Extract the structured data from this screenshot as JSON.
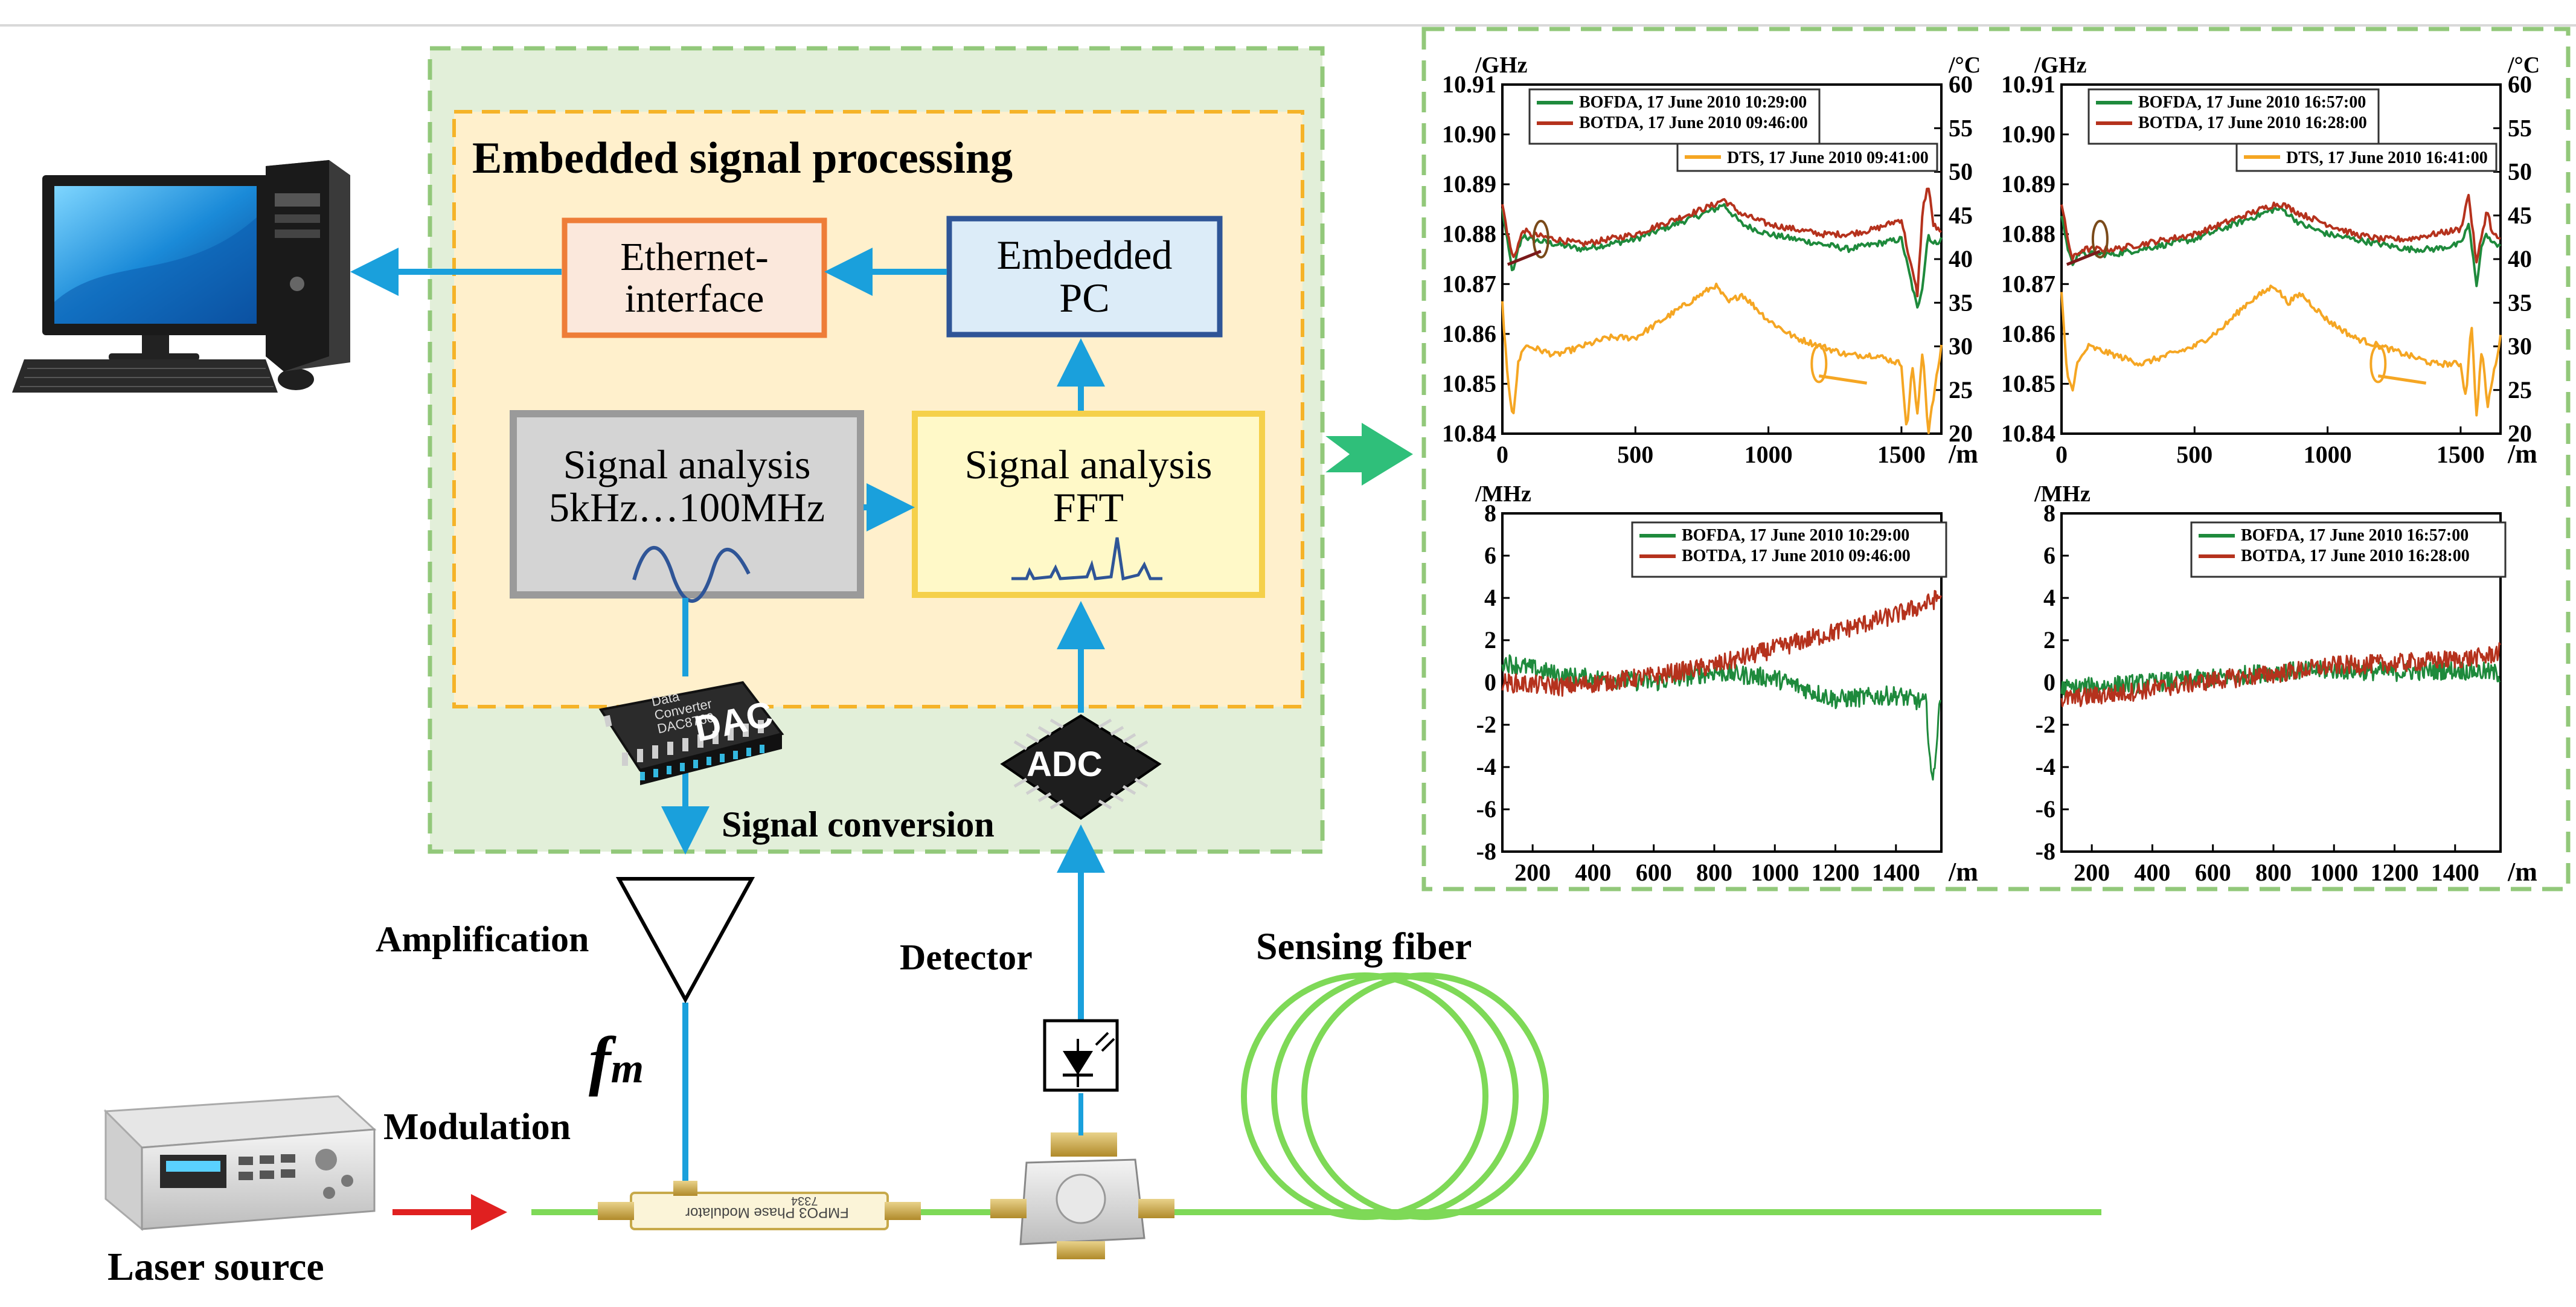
{
  "processing": {
    "title": "Embedded signal processing",
    "ethernet": [
      "Ethernet-",
      "interface"
    ],
    "embedded_pc": [
      "Embedded",
      "PC"
    ],
    "analysis_left": [
      "Signal analysis",
      "5kHz…100MHz"
    ],
    "analysis_right": [
      "Signal analysis",
      "FFT"
    ],
    "dac": "DAC",
    "dac_chip_text": [
      "Data",
      "Converter",
      "DAC8760"
    ],
    "adc": "ADC",
    "conversion": "Signal conversion"
  },
  "optics": {
    "amplification": "Amplification",
    "fm_symbol": "f",
    "fm_sub": "m",
    "modulation": "Modulation",
    "laser": "Laser source",
    "detector": "Detector",
    "sensing_fiber": "Sensing fiber",
    "modulator_text": "FMPO3  Phase Modulator",
    "modulator_serial": "7334"
  },
  "colors": {
    "blue_arrow": "#1aa0dc",
    "green_fiber": "#7ed957",
    "red_laser": "#e02020",
    "bofda": "#1e8a3c",
    "botda": "#b5321d",
    "dts": "#f5a623"
  },
  "chart_data": [
    {
      "type": "line",
      "panel": "top-left",
      "y_left_unit": "/GHz",
      "y_right_unit": "/°C",
      "x_unit": "/m",
      "ylim_left": [
        10.84,
        10.91
      ],
      "ylim_right": [
        20,
        60
      ],
      "xlim": [
        0,
        1650
      ],
      "x_ticks": [
        0,
        500,
        1000,
        1500
      ],
      "y_left_ticks": [
        "10.84",
        "10.85",
        "10.86",
        "10.87",
        "10.88",
        "10.89",
        "10.90",
        "10.91"
      ],
      "y_right_ticks": [
        "20",
        "25",
        "30",
        "35",
        "40",
        "45",
        "50",
        "55",
        "60"
      ],
      "legend": [
        "BOFDA, 17 June 2010 10:29:00",
        "BOTDA, 17 June 2010 09:46:00"
      ],
      "legend2": [
        "DTS, 17 June 2010 09:41:00"
      ],
      "series": [
        {
          "name": "BOFDA, 17 June 2010 10:29:00",
          "axis": "left",
          "x": [
            0,
            20,
            40,
            60,
            80,
            100,
            200,
            300,
            400,
            500,
            600,
            700,
            800,
            830,
            900,
            1000,
            1100,
            1200,
            1300,
            1400,
            1500,
            1530,
            1560,
            1580,
            1600,
            1620,
            1650
          ],
          "y": [
            10.885,
            10.878,
            10.872,
            10.877,
            10.88,
            10.879,
            10.878,
            10.877,
            10.878,
            10.879,
            10.881,
            10.883,
            10.885,
            10.886,
            10.882,
            10.88,
            10.879,
            10.878,
            10.877,
            10.878,
            10.879,
            10.872,
            10.865,
            10.87,
            10.88,
            10.878,
            10.879
          ]
        },
        {
          "name": "BOTDA, 17 June 2010 09:46:00",
          "axis": "left",
          "x": [
            0,
            20,
            40,
            60,
            80,
            100,
            200,
            300,
            400,
            500,
            600,
            700,
            800,
            830,
            900,
            1000,
            1100,
            1200,
            1300,
            1400,
            1500,
            1530,
            1560,
            1580,
            1600,
            1620,
            1650
          ],
          "y": [
            10.886,
            10.88,
            10.875,
            10.878,
            10.881,
            10.88,
            10.879,
            10.878,
            10.879,
            10.88,
            10.882,
            10.884,
            10.886,
            10.887,
            10.884,
            10.882,
            10.881,
            10.88,
            10.88,
            10.881,
            10.883,
            10.875,
            10.868,
            10.885,
            10.89,
            10.882,
            10.88
          ]
        },
        {
          "name": "DTS, 17 June 2010 09:41:00",
          "axis": "right",
          "x": [
            0,
            20,
            40,
            60,
            80,
            100,
            200,
            300,
            400,
            500,
            600,
            700,
            800,
            850,
            900,
            1000,
            1100,
            1200,
            1300,
            1400,
            1500,
            1520,
            1540,
            1560,
            1580,
            1600,
            1650
          ],
          "y": [
            35,
            26,
            22,
            28,
            30,
            30,
            29,
            30,
            31,
            31,
            33,
            35,
            37,
            35,
            36,
            33,
            31,
            30,
            29,
            29,
            28,
            20,
            28,
            22,
            30,
            20,
            30
          ]
        }
      ]
    },
    {
      "type": "line",
      "panel": "top-right",
      "y_left_unit": "/GHz",
      "y_right_unit": "/°C",
      "x_unit": "/m",
      "ylim_left": [
        10.84,
        10.91
      ],
      "ylim_right": [
        20,
        60
      ],
      "xlim": [
        0,
        1650
      ],
      "x_ticks": [
        0,
        500,
        1000,
        1500
      ],
      "y_left_ticks": [
        "10.84",
        "10.85",
        "10.86",
        "10.87",
        "10.88",
        "10.89",
        "10.90",
        "10.91"
      ],
      "y_right_ticks": [
        "20",
        "25",
        "30",
        "35",
        "40",
        "45",
        "50",
        "55",
        "60"
      ],
      "legend": [
        "BOFDA, 17 June 2010 16:57:00",
        "BOTDA, 17 June 2010 16:28:00"
      ],
      "legend2": [
        "DTS, 17 June 2010 16:41:00"
      ],
      "series": [
        {
          "name": "BOFDA, 17 June 2010 16:57:00",
          "axis": "left",
          "x": [
            0,
            20,
            40,
            60,
            80,
            100,
            200,
            300,
            400,
            500,
            600,
            700,
            800,
            830,
            900,
            1000,
            1100,
            1200,
            1300,
            1400,
            1500,
            1530,
            1560,
            1580,
            1600,
            1620,
            1650
          ],
          "y": [
            10.884,
            10.878,
            10.874,
            10.876,
            10.876,
            10.876,
            10.876,
            10.877,
            10.878,
            10.879,
            10.881,
            10.883,
            10.885,
            10.885,
            10.882,
            10.88,
            10.879,
            10.878,
            10.877,
            10.877,
            10.878,
            10.882,
            10.87,
            10.878,
            10.88,
            10.878,
            10.878
          ]
        },
        {
          "name": "BOTDA, 17 June 2010 16:28:00",
          "axis": "left",
          "x": [
            0,
            20,
            40,
            60,
            80,
            100,
            200,
            300,
            400,
            500,
            600,
            700,
            800,
            830,
            900,
            1000,
            1100,
            1200,
            1300,
            1400,
            1500,
            1530,
            1560,
            1580,
            1600,
            1620,
            1650
          ],
          "y": [
            10.886,
            10.88,
            10.875,
            10.876,
            10.877,
            10.877,
            10.877,
            10.878,
            10.879,
            10.88,
            10.882,
            10.884,
            10.886,
            10.886,
            10.884,
            10.882,
            10.88,
            10.879,
            10.879,
            10.88,
            10.881,
            10.888,
            10.874,
            10.88,
            10.885,
            10.88,
            10.879
          ]
        },
        {
          "name": "DTS, 17 June 2010 16:41:00",
          "axis": "right",
          "x": [
            0,
            20,
            40,
            60,
            80,
            100,
            200,
            300,
            400,
            500,
            600,
            700,
            800,
            850,
            900,
            1000,
            1100,
            1200,
            1300,
            1400,
            1500,
            1520,
            1540,
            1560,
            1580,
            1600,
            1650
          ],
          "y": [
            36,
            27,
            25,
            28,
            29,
            30,
            29,
            28,
            29,
            30,
            32,
            35,
            37,
            35,
            36,
            33,
            31,
            30,
            29,
            28,
            28,
            24,
            33,
            22,
            30,
            23,
            31
          ]
        }
      ]
    },
    {
      "type": "line",
      "panel": "bottom-left",
      "y_unit": "/MHz",
      "x_unit": "/m",
      "ylim": [
        -8,
        8
      ],
      "xlim": [
        100,
        1550
      ],
      "x_ticks": [
        200,
        400,
        600,
        800,
        1000,
        1200,
        1400
      ],
      "y_ticks": [
        "-8",
        "-6",
        "-4",
        "-2",
        "0",
        "2",
        "4",
        "6",
        "8"
      ],
      "legend": [
        "BOFDA, 17 June 2010 10:29:00",
        "BOTDA, 17 June 2010 09:46:00"
      ],
      "series": [
        {
          "name": "BOFDA, 17 June 2010 10:29:00",
          "x": [
            100,
            300,
            600,
            800,
            1000,
            1200,
            1400,
            1450,
            1500,
            1520,
            1550
          ],
          "y": [
            1.0,
            0.3,
            0.0,
            0.5,
            0.2,
            -0.8,
            -0.6,
            -0.8,
            -1.0,
            -5.0,
            -0.3
          ]
        },
        {
          "name": "BOTDA, 17 June 2010 09:46:00",
          "x": [
            100,
            300,
            600,
            800,
            1000,
            1200,
            1400,
            1500,
            1550
          ],
          "y": [
            0.0,
            -0.2,
            0.3,
            0.8,
            1.6,
            2.4,
            3.2,
            3.7,
            4.1
          ]
        }
      ]
    },
    {
      "type": "line",
      "panel": "bottom-right",
      "y_unit": "/MHz",
      "x_unit": "/m",
      "ylim": [
        -8,
        8
      ],
      "xlim": [
        100,
        1550
      ],
      "x_ticks": [
        200,
        400,
        600,
        800,
        1000,
        1200,
        1400
      ],
      "y_ticks": [
        "-8",
        "-6",
        "-4",
        "-2",
        "0",
        "2",
        "4",
        "6",
        "8"
      ],
      "legend": [
        "BOFDA, 17 June 2010 16:57:00",
        "BOTDA, 17 June 2010 16:28:00"
      ],
      "series": [
        {
          "name": "BOFDA, 17 June 2010 16:57:00",
          "x": [
            100,
            300,
            600,
            800,
            1000,
            1200,
            1400,
            1500,
            1550
          ],
          "y": [
            -0.3,
            -0.1,
            0.2,
            0.5,
            0.6,
            0.5,
            0.6,
            0.5,
            0.4
          ]
        },
        {
          "name": "BOTDA, 17 June 2010 16:28:00",
          "x": [
            100,
            300,
            600,
            800,
            1000,
            1200,
            1400,
            1500,
            1550
          ],
          "y": [
            -0.8,
            -0.5,
            0.1,
            0.4,
            0.8,
            0.9,
            1.1,
            1.2,
            1.5
          ]
        }
      ]
    }
  ]
}
